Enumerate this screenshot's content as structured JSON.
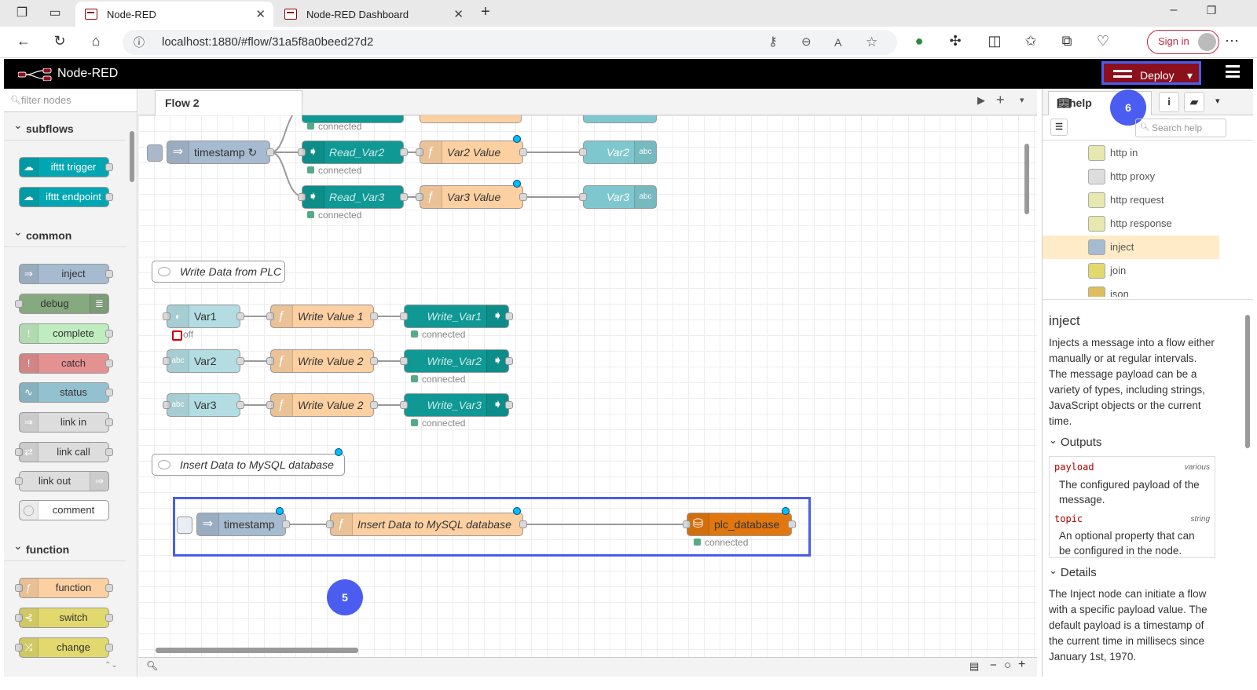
{
  "browser": {
    "tabs": [
      {
        "title": "Node-RED"
      },
      {
        "title": "Node-RED Dashboard"
      }
    ],
    "url": "localhost:1880/#flow/31a5f8a0beed27d2",
    "signin_label": "Sign in"
  },
  "header": {
    "app_title": "Node-RED",
    "deploy_label": "Deploy"
  },
  "palette": {
    "filter_placeholder": "filter nodes",
    "categories": [
      {
        "label": "subflows"
      },
      {
        "label": "common"
      },
      {
        "label": "function"
      }
    ],
    "nodes": {
      "ifttt_trigger": "ifttt trigger",
      "ifttt_endpoint": "ifttt endpoint",
      "inject": "inject",
      "debug": "debug",
      "complete": "complete",
      "catch": "catch",
      "status": "status",
      "link_in": "link in",
      "link_call": "link call",
      "link_out": "link out",
      "comment": "comment",
      "function": "function",
      "switch": "switch",
      "change": "change"
    }
  },
  "workspace": {
    "tab_label": "Flow 2",
    "nodes": {
      "ts1": "timestamp ↻",
      "read2": "Read_Var2",
      "read3": "Read_Var3",
      "val2": "Var2 Value",
      "val3": "Var3 Value",
      "out2": "Var2",
      "out3": "Var3",
      "comment_write": "Write Data from PLC",
      "var1": "Var1",
      "var2": "Var2",
      "var3": "Var3",
      "wv1": "Write Value 1",
      "wv2": "Write Value 2",
      "wv3": "Write Value 2",
      "w1": "Write_Var1",
      "w2": "Write_Var2",
      "w3": "Write_Var3",
      "comment_insert": "Insert Data to MySQL database",
      "ts2": "timestamp",
      "insert_fn": "Insert Data to MySQL database",
      "db": "plc_database"
    },
    "status": {
      "connected": "connected",
      "off": "off"
    },
    "badges": {
      "five": "5",
      "six": "6"
    }
  },
  "sidebar": {
    "tab_help": "help",
    "search_placeholder": "Search help",
    "list": [
      "http in",
      "http proxy",
      "http request",
      "http response",
      "inject",
      "join",
      "json"
    ],
    "help_title": "inject",
    "help_intro": "Injects a message into a flow either manually or at regular intervals. The message payload can be a variety of types, including strings, JavaScript objects or the current time.",
    "outputs_label": "Outputs",
    "payload_name": "payload",
    "payload_type": "various",
    "payload_desc": "The configured payload of the message.",
    "topic_name": "topic",
    "topic_type": "string",
    "topic_desc": "An optional property that can be configured in the node.",
    "details_label": "Details",
    "details_body": "The Inject node can initiate a flow with a specific payload value. The default payload is a timestamp of the current time in millisecs since January 1st, 1970."
  },
  "colors": {
    "deploy": "#8c101c",
    "highlight": "#4a5df0",
    "inject": "#a6bbcf",
    "function": "#fdd0a2",
    "s7": "#0f9894",
    "mysql": "#e2770f"
  }
}
